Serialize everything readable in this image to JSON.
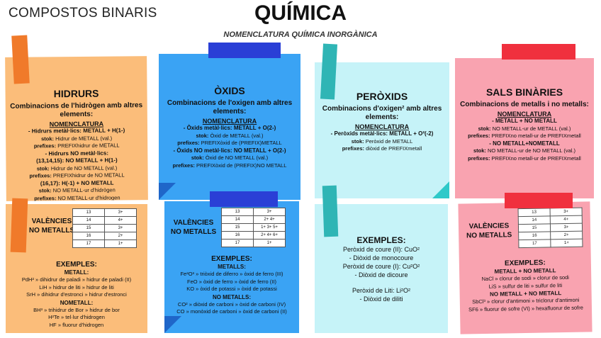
{
  "header": {
    "left": "COMPOSTOS BINARIS",
    "title": "QUÍMICA",
    "subtitle": "NOMENCLATURA QUÍMICA INORGÀNICA"
  },
  "colors": {
    "orange": "#fbbd7a",
    "orange_tape": "#f07a2a",
    "blue": "#3aa3f4",
    "blue_tape": "#2a3fd6",
    "cyan": "#c6f3f8",
    "cyan_tape": "#2fb5b5",
    "pink": "#f9a3b0",
    "pink_tape": "#f0303e"
  },
  "hidrurs": {
    "title": "HIDRURS",
    "desc": "Combinacions de l'hidrògen amb altres elements:",
    "nom": "NOMENCLATURA",
    "l1": "- Hidrurs metàl·lics: METALL + H(1-)",
    "l2k": "stok:",
    "l2v": "Hidrur de METALL (val.)",
    "l3k": "prefixes:",
    "l3v": "PREFIXhidrur de METALL",
    "l4": "- Hidrurs NO metàl·lics:",
    "l5": "(13,14,15): NO METALL + H(1-)",
    "l6k": "stok:",
    "l6v": "Hidrur de NO METALL (val.)",
    "l7k": "prefixes:",
    "l7v": "PREFIXhidrur de NO METALL",
    "l8": "(16,17): H(-1) + NO METALL",
    "l9k": "stok:",
    "l9v": "NO METALL-ur d'hidrògen",
    "l10k": "prefixes:",
    "l10v": "NO METALL-ur d'hidrogen"
  },
  "oxids": {
    "title": "ÒXIDS",
    "desc": "Combinacions de l'oxigen amb altres elements:",
    "nom": "NOMENCLATURA",
    "l1": "- Òxids metàl·lics: METALL + O(2-)",
    "l2k": "stok:",
    "l2v": "Òxid de METALL (val.)",
    "l3k": "prefixes:",
    "l3v": "PREFIXòxid de (PREFIX)METALL",
    "l4": "- Òxids NO metàl·lics: NO METALL + O(2-)",
    "l5k": "stok:",
    "l5v": "Òxid de NO METALL (val.)",
    "l6k": "prefixes:",
    "l6v": "PREFIXòxid de (PREFIX)NO METALL"
  },
  "peroxids": {
    "title": "PERÒXIDS",
    "desc": "Combinacions d'oxigen² amb altres elements:",
    "nom": "NOMENCLATURA",
    "l1": "- Peròxids metàl·lics: METALL + O²(-2)",
    "l2k": "stok:",
    "l2v": "Peròxid de METALL",
    "l3k": "prefixes:",
    "l3v": "diòxid de PREFIXmetall"
  },
  "sals": {
    "title": "SALS BINÀRIES",
    "desc": "Combinacions de metalls i no metalls:",
    "nom": "NOMENCLATURA",
    "l1": "- METALL + NO METALL",
    "l2k": "stok:",
    "l2v": "NO METALL-ur de METALL (val.)",
    "l3k": "prefixes:",
    "l3v": "PREFIXno metall-ur de PREFIXmetall",
    "l4": "- NO METALL+NOMETALL",
    "l5k": "stok:",
    "l5v": "NO METALL-ur de NO METALL (val.)",
    "l6k": "prefixes:",
    "l6v": "PREFIXno metall-ur de PREFIXmetall"
  },
  "valences_label": "VALÈNCIES NO METALLS",
  "valences": {
    "orange": [
      [
        "13",
        "3+"
      ],
      [
        "14",
        "4+"
      ],
      [
        "15",
        "3+"
      ],
      [
        "16",
        "2+"
      ],
      [
        "17",
        "1+"
      ]
    ],
    "blue": [
      [
        "13",
        "3+"
      ],
      [
        "14",
        "2+ 4+"
      ],
      [
        "15",
        "1+ 3+ 5+"
      ],
      [
        "16",
        "2+ 4+ 6+"
      ],
      [
        "17",
        "1+"
      ]
    ],
    "pink": [
      [
        "13",
        "3+"
      ],
      [
        "14",
        "4+"
      ],
      [
        "15",
        "3+"
      ],
      [
        "16",
        "2+"
      ],
      [
        "17",
        "1+"
      ]
    ]
  },
  "ex_orange": {
    "title": "EXEMPLES:",
    "h1": "METALL:",
    "e1": "PdH² » dihidrur de paladi » hidrur de paladi (II)",
    "e2": "LiH » hidrur de liti » hidrur de liti",
    "e3": "SrH » dihidrur d'estronci » hidrur d'estronci",
    "h2": "NOMETALL:",
    "e4": "BH³ » trihidrur de Bor » hidrur de bor",
    "e5": "H²Te » tel·lur d'hidrogen",
    "e6": "HF » fluorur d'hidrogen"
  },
  "ex_blue": {
    "title": "EXEMPLES:",
    "h1": "METALLS:",
    "e1": "Fe²O³ » triòxid de diferro » òxid de ferro (III)",
    "e2": "FeO » òxid de ferro » òxid de ferro (II)",
    "e3": "KO » òxid de potassi » òxid de potassi",
    "h2": "NO METALLS:",
    "e4": "CO² » diòxid de carboni » òxid de carboni (IV)",
    "e5": "CO » monòxid de carboni » òxid de carboni (II)"
  },
  "ex_cyan": {
    "title": "EXEMPLES:",
    "e1": "Peròxid de coure (II): CuO²",
    "e2": "- Diòxid de monocoure",
    "e3": "Peròxid de coure (I): Cu²O²",
    "e4": "- Diòxid de dicoure",
    "e5": "Peròxid de Liti: Li²O²",
    "e6": "- Diòxid de diliti"
  },
  "ex_pink": {
    "title": "EXEMPLES:",
    "h1": "METALL + NO METALL",
    "e1": "NaCl » clorur de sodi » clorur de sodi",
    "e2": "LiS » sulfur de liti » sulfur de liti",
    "h2": "NO METALL + NO METALL",
    "e3": "SbCl³ » clorur d'antimoni » triclorur d'antimoni",
    "e4": "SF6 » fluorur de sofre (VI) » hexafluorur de sofre"
  }
}
